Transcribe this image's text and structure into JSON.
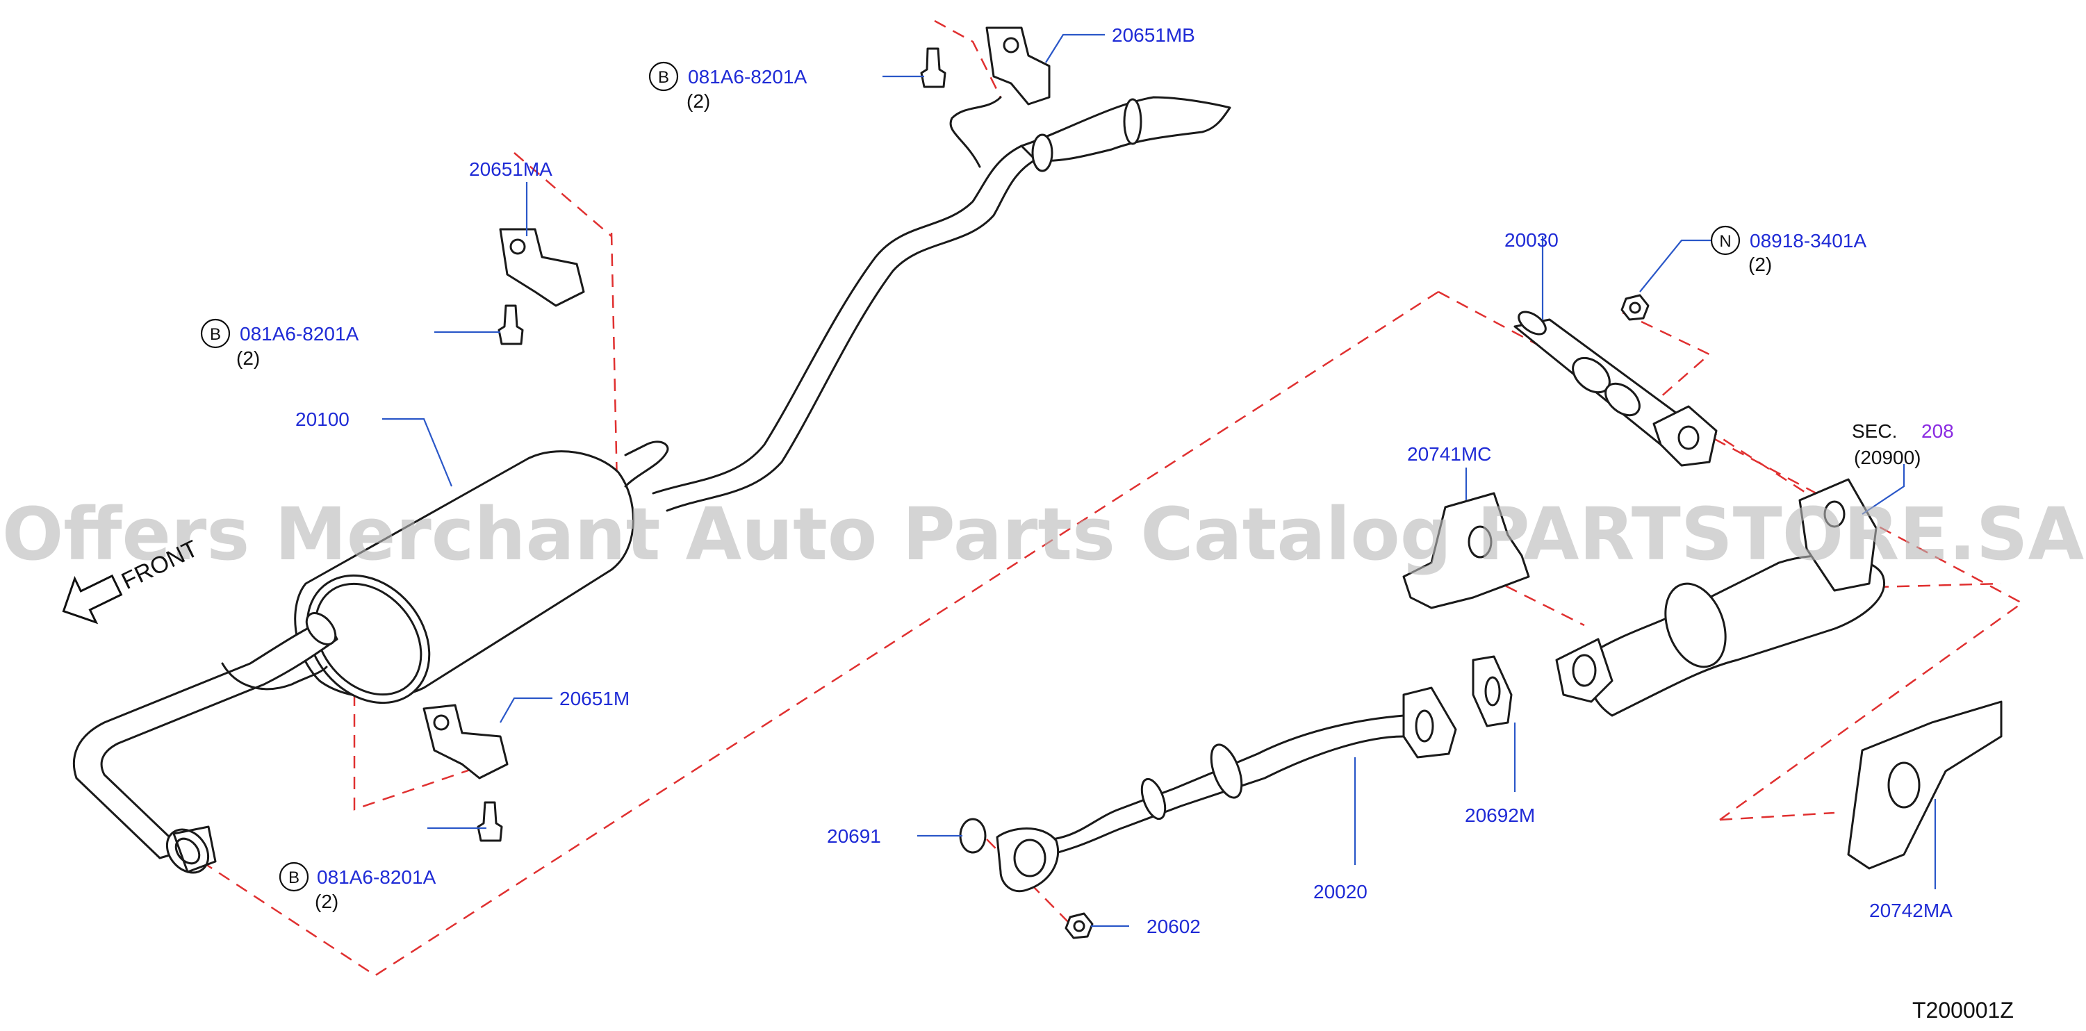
{
  "watermark": "Offers Merchant Auto Parts Catalog PARTSTORE.SA",
  "front_label": "FRONT",
  "diagram_code": "T200001Z",
  "part_labels": {
    "p20651MB": "20651MB",
    "p20651MA": "20651MA",
    "p20651M": "20651M",
    "p20100": "20100",
    "p20030": "20030",
    "p20741MC": "20741MC",
    "p20691": "20691",
    "p20602": "20602",
    "p20020": "20020",
    "p20692M": "20692M",
    "p20742MA": "20742MA"
  },
  "bolt_callouts": [
    {
      "badge": "B",
      "number": "081A6-8201A",
      "qty": "(2)"
    },
    {
      "badge": "B",
      "number": "081A6-8201A",
      "qty": "(2)"
    },
    {
      "badge": "B",
      "number": "081A6-8201A",
      "qty": "(2)"
    },
    {
      "badge": "N",
      "number": "08918-3401A",
      "qty": "(2)"
    }
  ],
  "section_ref": {
    "prefix": "SEC.",
    "number": "208",
    "sub": "(20900)"
  }
}
